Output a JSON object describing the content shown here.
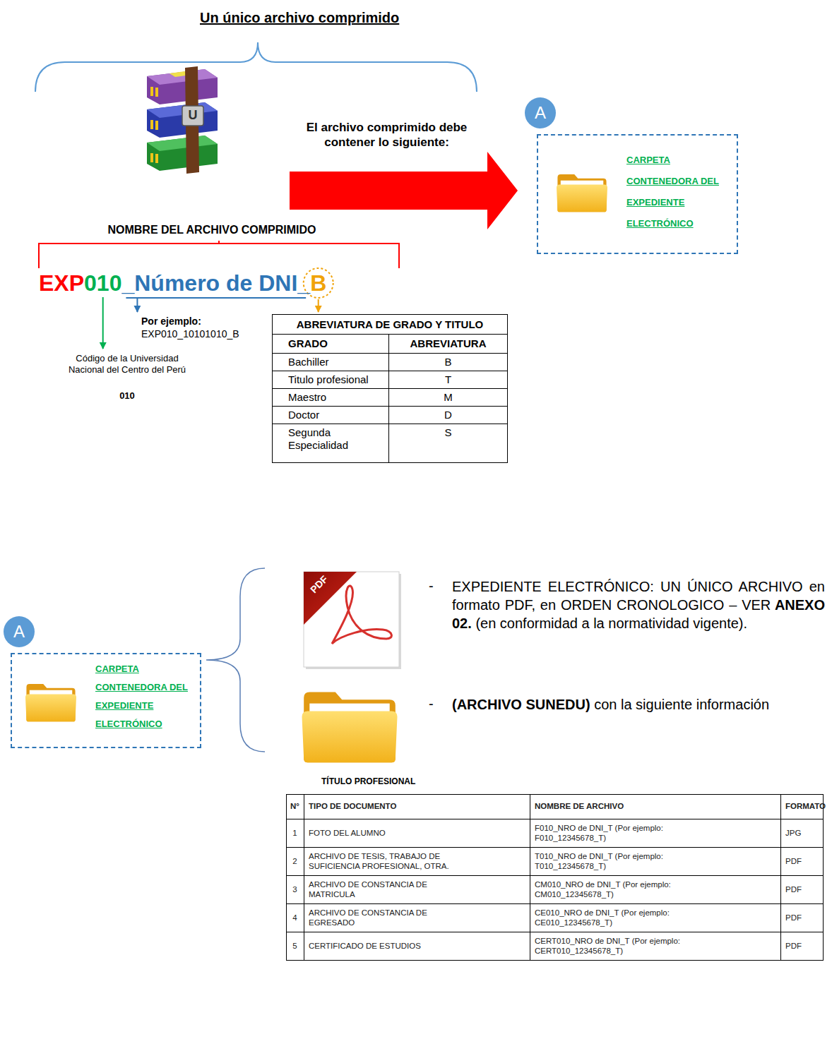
{
  "diagram": {
    "title": "Un único archivo comprimido",
    "nodes": [
      {
        "text": [
          "CARPETA CONTENEDORA DEL EXPEDIENTE ELECTRÓNICO"
        ]
      },
      {
        "text": [
          "A"
        ]
      },
      {
        "text": [
          "CARPETA CONTENEDORA DEL EXPEDIENTE ELECTRÓNICO"
        ]
      },
      {
        "text": [
          "A"
        ]
      }
    ],
    "labels": [
      "El archivo comprimido debe contener lo siguiente:",
      "NOMBRE DEL ARCHIVO COMPRIMIDO",
      "EXP",
      "010",
      "_Número de DNI_",
      "B",
      "Por ejemplo:",
      "EXP010_10101010_B",
      "Código de la Universidad Nacional del Centro del Perú",
      "010",
      "ABREVIATURA DE GRADO Y TITULO",
      "GRADO",
      "ABREVIATURA",
      "Bachiller",
      "B",
      "Titulo profesional",
      "T",
      "Maestro",
      "M",
      "Doctor",
      "D",
      "Segunda Especialidad",
      "S",
      "-",
      "EXPEDIENTE ELECTRÓNICO: UN ÚNICO ARCHIVO en formato PDF, en ORDEN CRONOLOGICO – VER",
      "ANEXO 02.",
      "(en conformidad a la normatividad vigente).",
      "-",
      "(ARCHIVO SUNEDU)",
      "con la siguiente información",
      "TÍTULO PROFESIONAL",
      "N°",
      "TIPO DE DOCUMENTO",
      "NOMBRE DE ARCHIVO",
      "FORMATO",
      "1",
      "FOTO DEL ALUMNO",
      "F010_NRO de DNI_T (Por ejemplo: F010_12345678_T)",
      "JPG",
      "2",
      "ARCHIVO DE TESIS, TRABAJO DE SUFICIENCIA PROFESIONAL, OTRA.",
      "T010_NRO de DNI_T (Por ejemplo: T010_12345678_T)",
      "PDF",
      "3",
      "ARCHIVO DE CONSTANCIA DE MATRICULA",
      "CM010_NRO de DNI_T (Por ejemplo: CM010_12345678_T)",
      "PDF",
      "4",
      "ARCHIVO DE CONSTANCIA DE EGRESADO",
      "CE010_NRO de DNI_T (Por ejemplo: CE010_12345678_T)",
      "PDF",
      "5",
      "CERTIFICADO DE ESTUDIOS",
      "CERT010_NRO de DNI_T (Por ejemplo: CERT010_12345678_T)",
      "PDF",
      "U",
      "PDF"
    ]
  }
}
